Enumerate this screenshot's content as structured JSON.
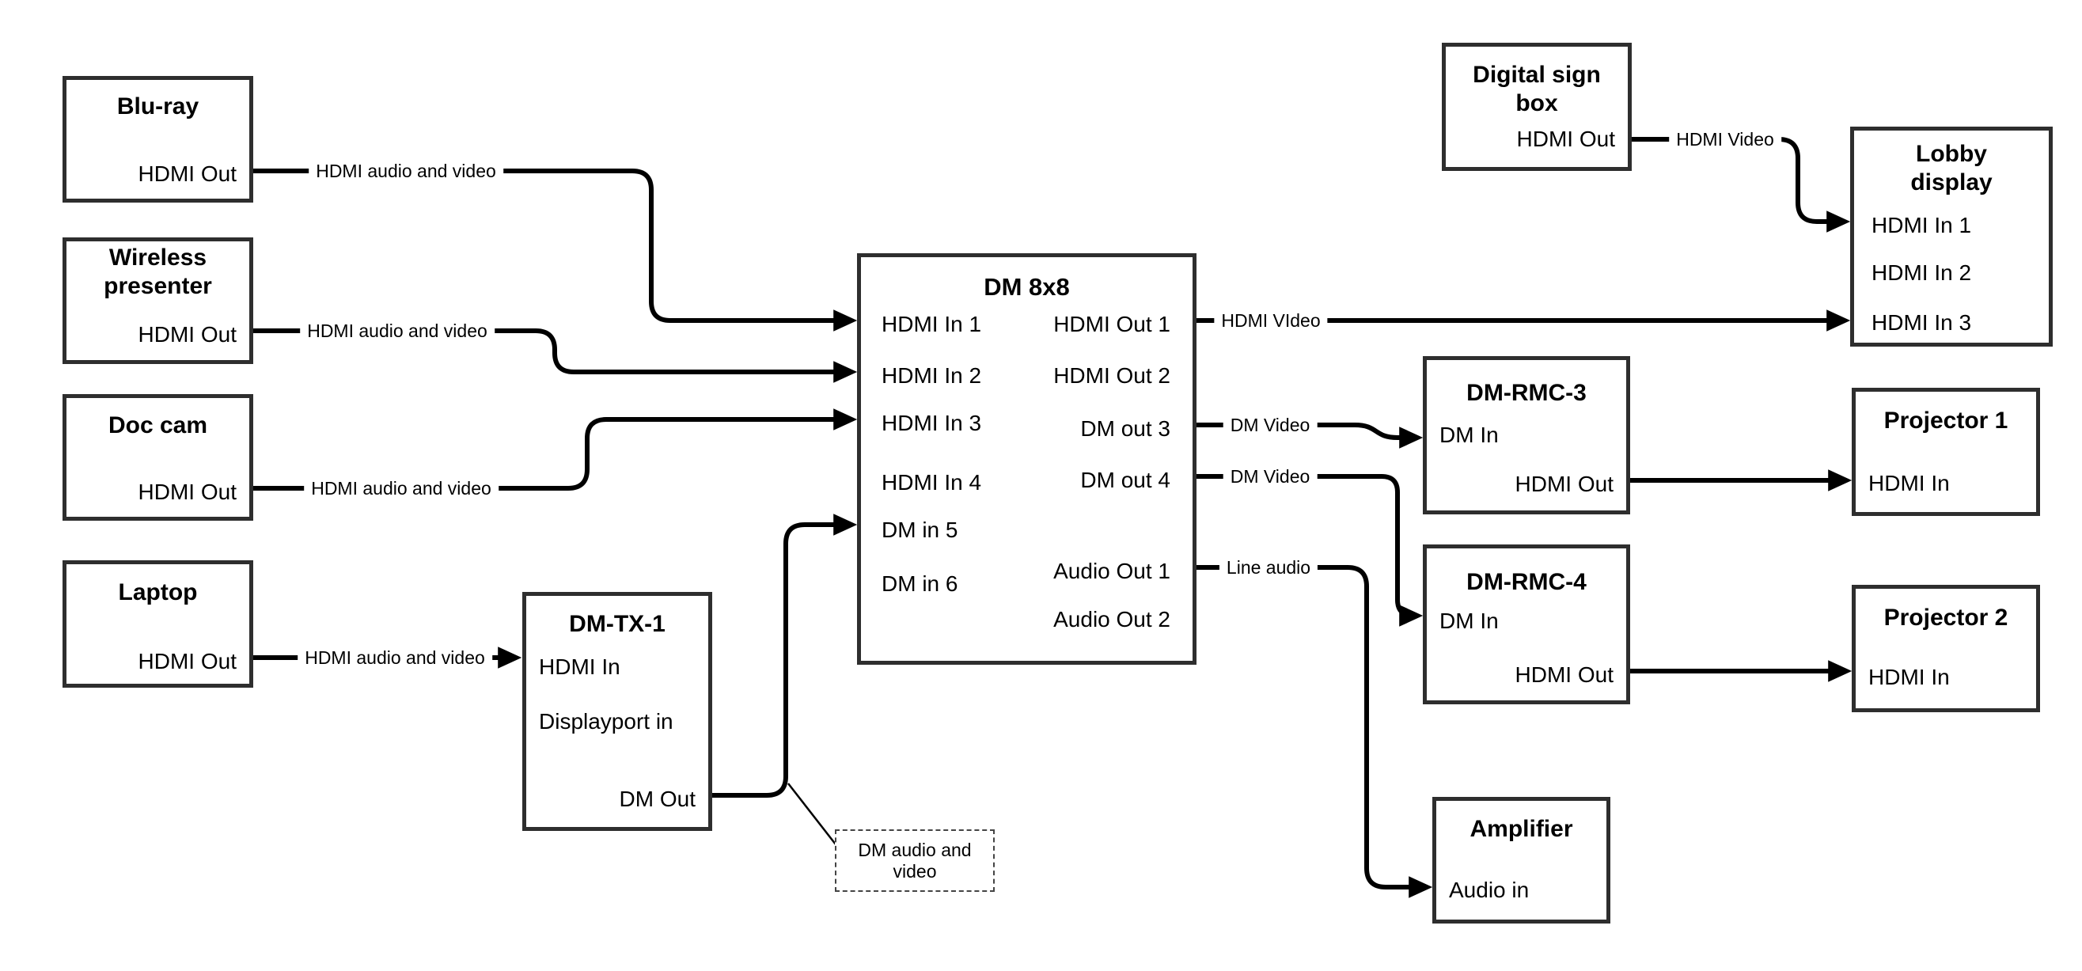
{
  "diagram": {
    "nodes": {
      "bluray": {
        "title": "Blu-ray",
        "ports": [
          "HDMI Out"
        ]
      },
      "wireless": {
        "title": "Wireless\npresenter",
        "ports": [
          "HDMI Out"
        ]
      },
      "doccam": {
        "title": "Doc cam",
        "ports": [
          "HDMI Out"
        ]
      },
      "laptop": {
        "title": "Laptop",
        "ports": [
          "HDMI Out"
        ]
      },
      "dmtx1": {
        "title": "DM-TX-1",
        "ports": [
          "HDMI In",
          "Displayport in",
          "DM Out"
        ]
      },
      "dm8x8": {
        "title": "DM 8x8",
        "ports": [
          "HDMI In 1",
          "HDMI In 2",
          "HDMI In 3",
          "HDMI In 4",
          "DM in 5",
          "DM in 6",
          "HDMI Out 1",
          "HDMI Out 2",
          "DM out 3",
          "DM out 4",
          "Audio Out 1",
          "Audio Out 2"
        ]
      },
      "digisign": {
        "title": "Digital sign\nbox",
        "ports": [
          "HDMI Out"
        ]
      },
      "lobby": {
        "title": "Lobby\ndisplay",
        "ports": [
          "HDMI In 1",
          "HDMI In 2",
          "HDMI In 3"
        ]
      },
      "rmc3": {
        "title": "DM-RMC-3",
        "ports": [
          "DM In",
          "HDMI Out"
        ]
      },
      "proj1": {
        "title": "Projector 1",
        "ports": [
          "HDMI In"
        ]
      },
      "rmc4": {
        "title": "DM-RMC-4",
        "ports": [
          "DM In",
          "HDMI Out"
        ]
      },
      "proj2": {
        "title": "Projector 2",
        "ports": [
          "HDMI In"
        ]
      },
      "amp": {
        "title": "Amplifier",
        "ports": [
          "Audio in"
        ]
      }
    },
    "wire_labels": {
      "bluray_to_in1": "HDMI audio and video",
      "wireless_to_in2": "HDMI audio and video",
      "doccam_to_in3": "HDMI audio and video",
      "laptop_to_tx": "HDMI audio and video",
      "digisign_to_lobby": "HDMI Video",
      "out1_to_lobby": "HDMI VIdeo",
      "out3_to_rmc3": "DM Video",
      "out4_to_rmc4": "DM Video",
      "audio1_to_amp": "Line audio"
    },
    "note": {
      "text": "DM audio and\nvideo"
    },
    "colors": {
      "background": "#ffffff",
      "box_border": "#2e2e2e",
      "wire": "#000000",
      "text": "#000000"
    }
  }
}
